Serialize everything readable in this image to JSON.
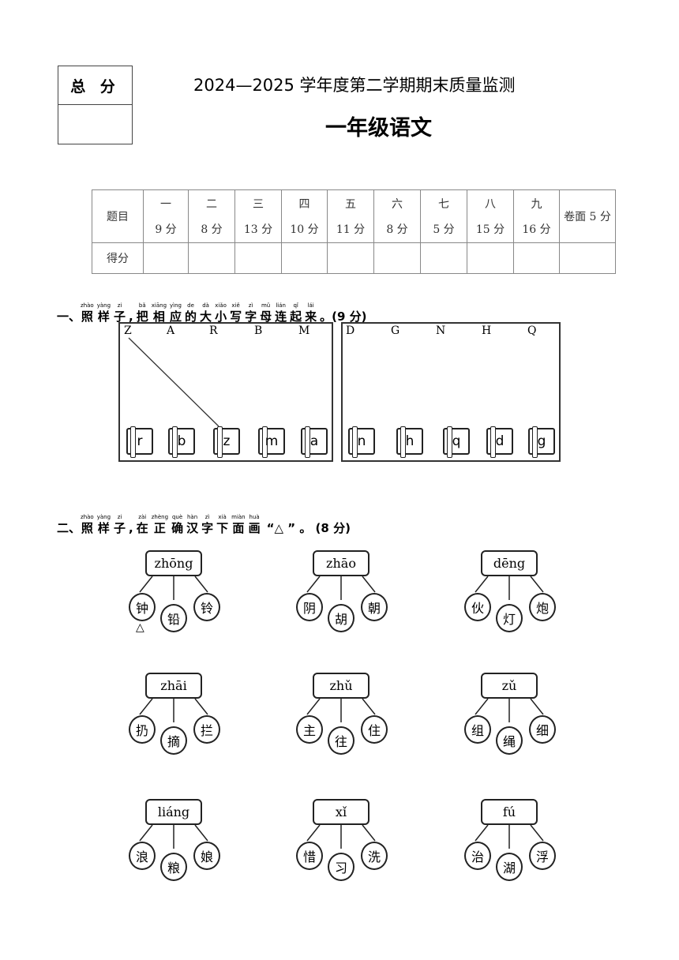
{
  "header": {
    "total_label": "总 分",
    "exam_title": "2024—2025 学年度第二学期期末质量监测",
    "subject_title": "一年级语文"
  },
  "score_table": {
    "row_label_question": "题目",
    "row_label_score": "得分",
    "columns": [
      {
        "num": "一",
        "points": "9 分"
      },
      {
        "num": "二",
        "points": "8 分"
      },
      {
        "num": "三",
        "points": "13 分"
      },
      {
        "num": "四",
        "points": "10 分"
      },
      {
        "num": "五",
        "points": "11 分"
      },
      {
        "num": "六",
        "points": "8 分"
      },
      {
        "num": "七",
        "points": "5 分"
      },
      {
        "num": "八",
        "points": "15 分"
      },
      {
        "num": "九",
        "points": "16 分"
      }
    ],
    "last_column": "卷面 5 分"
  },
  "section1": {
    "prefix": "一、",
    "ruby": [
      {
        "py": "zhào",
        "hz": "照"
      },
      {
        "py": "yàng",
        "hz": "样"
      },
      {
        "py": "zi",
        "hz": "子"
      },
      {
        "py": "",
        "hz": ","
      },
      {
        "py": "bǎ",
        "hz": "把"
      },
      {
        "py": "xiāng",
        "hz": "相"
      },
      {
        "py": "yìng",
        "hz": "应"
      },
      {
        "py": "de",
        "hz": "的"
      },
      {
        "py": "dà",
        "hz": "大"
      },
      {
        "py": "xiǎo",
        "hz": "小"
      },
      {
        "py": "xiě",
        "hz": "写"
      },
      {
        "py": "zì",
        "hz": "字"
      },
      {
        "py": "mǔ",
        "hz": "母"
      },
      {
        "py": "lián",
        "hz": "连"
      },
      {
        "py": "qǐ",
        "hz": "起"
      },
      {
        "py": "lái",
        "hz": "来"
      }
    ],
    "suffix": "。(9 分)",
    "left_upper": [
      "Z",
      "A",
      "R",
      "B",
      "M"
    ],
    "left_lower": [
      "r",
      "b",
      "z",
      "m",
      "a"
    ],
    "right_upper": [
      "D",
      "G",
      "N",
      "H",
      "Q"
    ],
    "right_lower": [
      "n",
      "h",
      "q",
      "d",
      "g"
    ]
  },
  "section2": {
    "prefix": "二、",
    "ruby": [
      {
        "py": "zhào",
        "hz": "照"
      },
      {
        "py": "yàng",
        "hz": "样"
      },
      {
        "py": "zi",
        "hz": "子"
      },
      {
        "py": "",
        "hz": ","
      },
      {
        "py": "zài",
        "hz": "在"
      },
      {
        "py": "zhèng",
        "hz": "正"
      },
      {
        "py": "què",
        "hz": "确"
      },
      {
        "py": "hàn",
        "hz": "汉"
      },
      {
        "py": "zì",
        "hz": "字"
      },
      {
        "py": "xià",
        "hz": "下"
      },
      {
        "py": "miàn",
        "hz": "面"
      },
      {
        "py": "huà",
        "hz": "画"
      }
    ],
    "suffix": "“△ ” 。 (8 分)",
    "mark": "△",
    "groups": [
      {
        "pinyin": "zhōng",
        "chars": [
          "钟",
          "铅",
          "铃"
        ]
      },
      {
        "pinyin": "zhāo",
        "chars": [
          "阴",
          "胡",
          "朝"
        ]
      },
      {
        "pinyin": "dēng",
        "chars": [
          "伙",
          "灯",
          "炮"
        ]
      },
      {
        "pinyin": "zhāi",
        "chars": [
          "扔",
          "摘",
          "拦"
        ]
      },
      {
        "pinyin": "zhǔ",
        "chars": [
          "主",
          "往",
          "住"
        ]
      },
      {
        "pinyin": "zǔ",
        "chars": [
          "组",
          "绳",
          "细"
        ]
      },
      {
        "pinyin": "liáng",
        "chars": [
          "浪",
          "粮",
          "娘"
        ]
      },
      {
        "pinyin": "xǐ",
        "chars": [
          "惜",
          "习",
          "洗"
        ]
      },
      {
        "pinyin": "fú",
        "chars": [
          "治",
          "湖",
          "浮"
        ]
      }
    ]
  }
}
